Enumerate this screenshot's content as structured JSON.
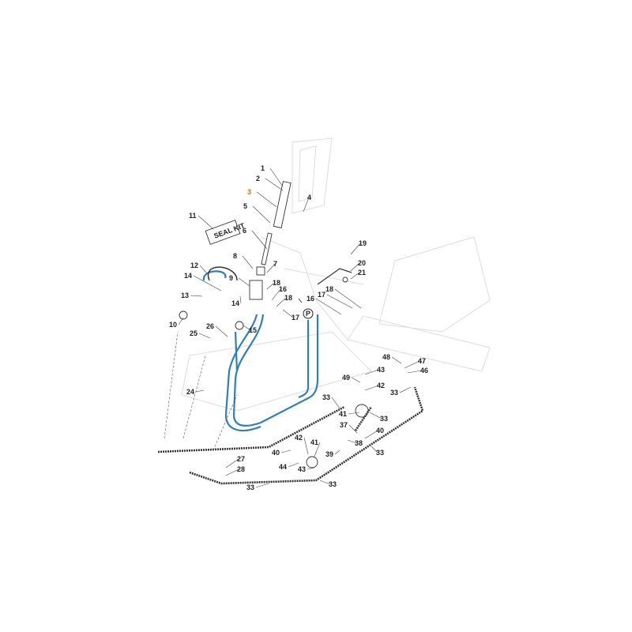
{
  "diagram": {
    "hose_color": "#2f7fb8",
    "pressure_marker": "P",
    "seal_kit_text": "SEAL KIT",
    "labels": [
      "1",
      "2",
      "3",
      "4",
      "5",
      "6",
      "7",
      "8",
      "9",
      "10",
      "11",
      "12",
      "13",
      "14",
      "14",
      "15",
      "16",
      "16",
      "17",
      "17",
      "18",
      "18",
      "18",
      "19",
      "20",
      "21",
      "25",
      "26",
      "24",
      "27",
      "28",
      "33",
      "33",
      "33",
      "33",
      "33",
      "33",
      "41",
      "37",
      "40",
      "38",
      "39",
      "40",
      "42",
      "41",
      "44",
      "43",
      "48",
      "47",
      "46",
      "43",
      "49",
      "42"
    ]
  }
}
